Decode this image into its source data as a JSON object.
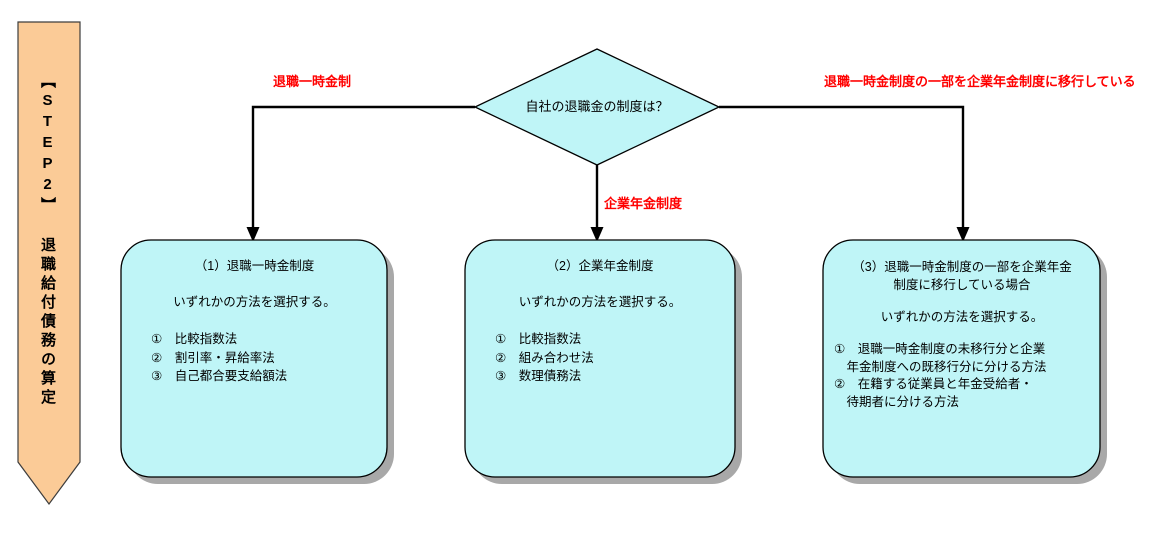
{
  "diagram": {
    "type": "flowchart",
    "title_banner": {
      "name": "step-banner",
      "text": "【STEP2】 退職給付債務の算定",
      "label_part1": "【STEP2】",
      "label_part2": "退職給付債務の算定",
      "fill": "#fbcb97",
      "stroke": "#000000",
      "orientation": "vertical-down-arrow"
    },
    "decision": {
      "name": "decision-node",
      "text": "自社の退職金の制度は？",
      "fill": "#bff5f7",
      "stroke": "#000000"
    },
    "edges": [
      {
        "name": "edge-left",
        "label": "退職一時金制",
        "color": "#ff0000",
        "from": "decision",
        "to": "box1"
      },
      {
        "name": "edge-middle",
        "label": "企業年金制度",
        "color": "#ff0000",
        "from": "decision",
        "to": "box2"
      },
      {
        "name": "edge-right",
        "label": "退職一時金制度の一部を企業年金制度に移行している",
        "color": "#ff0000",
        "from": "decision",
        "to": "box3"
      }
    ],
    "boxes": [
      {
        "name": "box-lump-sum",
        "title": "（1）退職一時金制度",
        "subtitle": "いずれかの方法を選択する。",
        "items": [
          "①　比較指数法",
          "②　割引率・昇給率法",
          "③　自己都合要支給額法"
        ],
        "fill": "#bff5f7",
        "stroke": "#000000"
      },
      {
        "name": "box-corporate-pension",
        "title": "（2）企業年金制度",
        "subtitle": "いずれかの方法を選択する。",
        "items": [
          "①　比較指数法",
          "②　組み合わせ法",
          "③　数理債務法"
        ],
        "fill": "#bff5f7",
        "stroke": "#000000"
      },
      {
        "name": "box-partial-transfer",
        "title": "（3）退職一時金制度の一部を企業年金\n制度に移行している場合",
        "subtitle": "いずれかの方法を選択する。",
        "items": [
          "①　退職一時金制度の未移行分と企業\n　年金制度への既移行分に分ける方法",
          "②　在籍する従業員と年金受給者・\n　待期者に分ける方法"
        ],
        "fill": "#bff5f7",
        "stroke": "#000000"
      }
    ],
    "colors": {
      "banner_fill": "#fbcb97",
      "node_fill": "#bff5f7",
      "shadow": "#a6a6a6",
      "edge_label": "#ff0000",
      "line": "#000000"
    }
  }
}
